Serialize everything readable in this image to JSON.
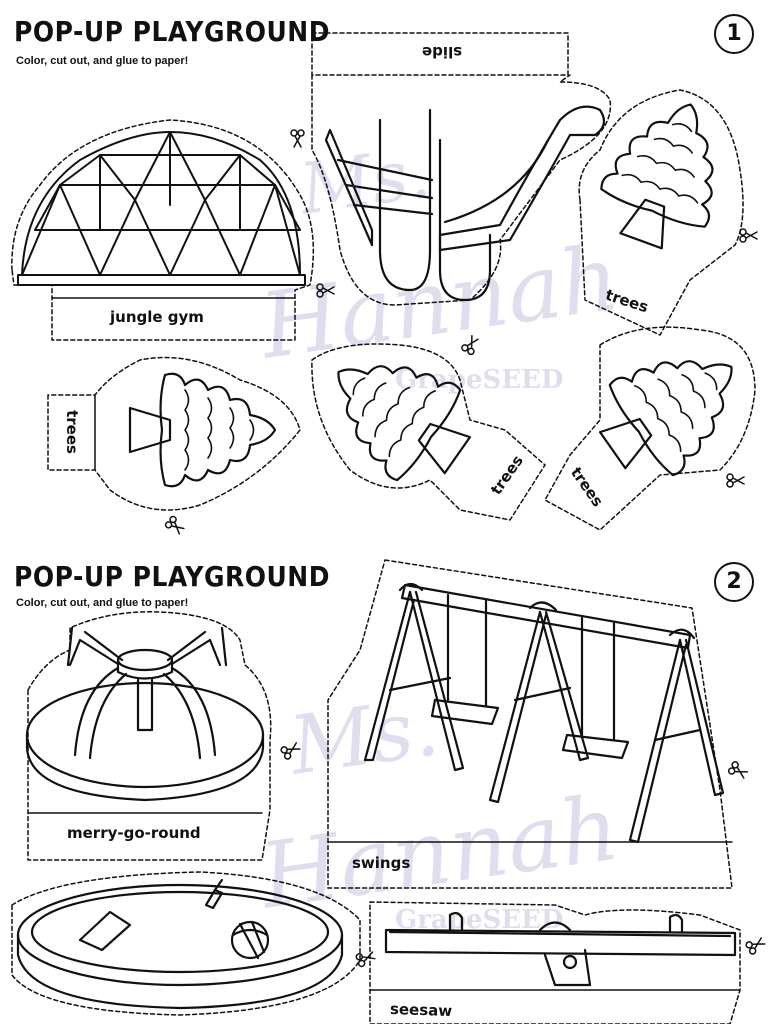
{
  "sheet1": {
    "title": "POP-UP PLAYGROUND",
    "subtitle": "Color, cut out, and glue to paper!",
    "number": "1",
    "labels": {
      "slide": "slide",
      "jungle_gym": "jungle gym",
      "trees_1": "trees",
      "trees_2": "trees",
      "trees_3": "trees",
      "trees_4": "trees"
    }
  },
  "sheet2": {
    "title": "POP-UP PLAYGROUND",
    "subtitle": "Color, cut out, and glue to paper!",
    "number": "2",
    "labels": {
      "merry_go_round": "merry-go-round",
      "swings": "swings",
      "seesaw": "seesaw"
    }
  },
  "watermark": {
    "line1": "Ms.",
    "line2": "Hannah",
    "brand": "GrapeSEED"
  },
  "colors": {
    "ink": "#111111",
    "watermark": "#e2dcef"
  },
  "icons": [
    "scissors-icon"
  ]
}
